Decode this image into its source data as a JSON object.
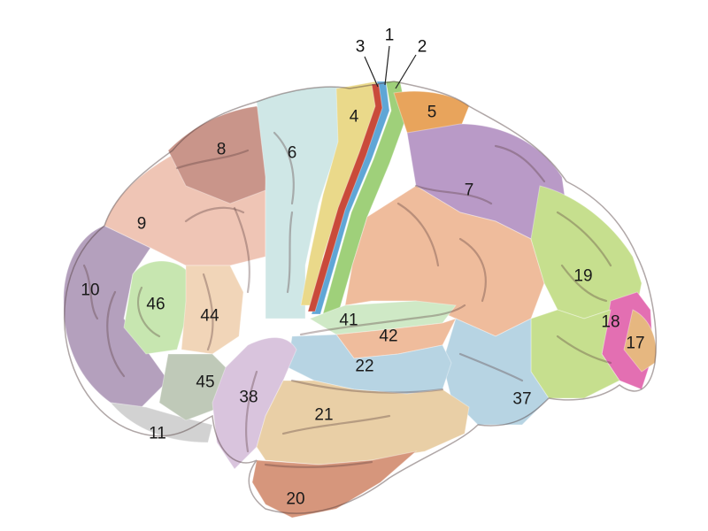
{
  "figure": {
    "areas": [
      {
        "label": "1",
        "color": "#c94a3a"
      },
      {
        "label": "2",
        "color": "#9fd07a"
      },
      {
        "label": "3",
        "color": "#5fa6d6"
      },
      {
        "label": "4",
        "color": "#ead98a"
      },
      {
        "label": "5",
        "color": "#e8a45c"
      },
      {
        "label": "6",
        "color": "#cfe7e6"
      },
      {
        "label": "7",
        "color": "#b99ac7"
      },
      {
        "label": "8",
        "color": "#c9958a"
      },
      {
        "label": "9",
        "color": "#efc5b5"
      },
      {
        "label": "10",
        "color": "#b4a0bd"
      },
      {
        "label": "11",
        "color": "#d2d2d2"
      },
      {
        "label": "17",
        "color": "#e6b780"
      },
      {
        "label": "18",
        "color": "#e36fb2"
      },
      {
        "label": "19",
        "color": "#c6df8e"
      },
      {
        "label": "20",
        "color": "#d6967c"
      },
      {
        "label": "21",
        "color": "#e9cfa6"
      },
      {
        "label": "22",
        "color": "#b7d4e3"
      },
      {
        "label": "37",
        "color": "#b7d4e3"
      },
      {
        "label": "38",
        "color": "#d9c4dd"
      },
      {
        "label": "41",
        "color": "#cfe9c6"
      },
      {
        "label": "42",
        "color": "#efbc9c"
      },
      {
        "label": "44",
        "color": "#f1d5b8"
      },
      {
        "label": "45",
        "color": "#bfc9b8"
      },
      {
        "label": "46",
        "color": "#c7e6b0"
      }
    ]
  }
}
